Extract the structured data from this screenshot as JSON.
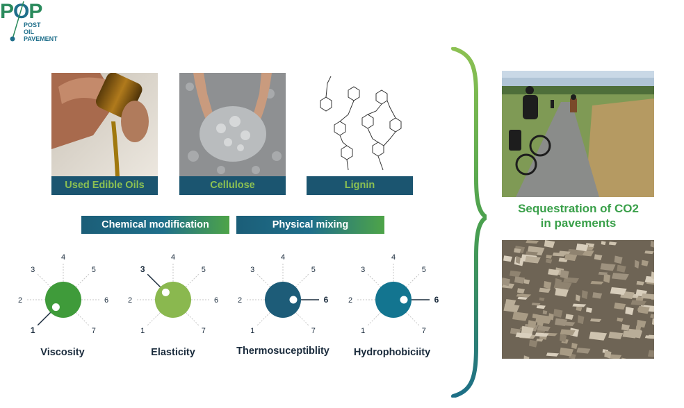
{
  "logo": {
    "letters": "POP",
    "line1": "POST",
    "line2": "OIL",
    "line3": "PAVEMENT"
  },
  "materials": [
    {
      "label": "Used Edible Oils"
    },
    {
      "label": "Cellulose"
    },
    {
      "label": "Lignin"
    }
  ],
  "processes": [
    {
      "label": "Chemical modification"
    },
    {
      "label": "Physical mixing"
    }
  ],
  "dial_ticks": [
    "1",
    "2",
    "3",
    "4",
    "5",
    "6",
    "7"
  ],
  "properties": [
    {
      "label": "Viscosity",
      "level": "1",
      "color": "#3f9b3a"
    },
    {
      "label": "Elasticity",
      "level": "3",
      "color": "#8ab84f"
    },
    {
      "label": "Thermosuceptiblity",
      "level": "6",
      "color": "#1d5c78"
    },
    {
      "label": "Hydrophobiciity",
      "level": "6",
      "color": "#137590"
    }
  ],
  "sequestration": {
    "line1": "Sequestration of CO2",
    "line2": "in pavements"
  },
  "colors": {
    "navy": "#1b5570",
    "green": "#8cc152",
    "teal": "#1f6f8b"
  }
}
